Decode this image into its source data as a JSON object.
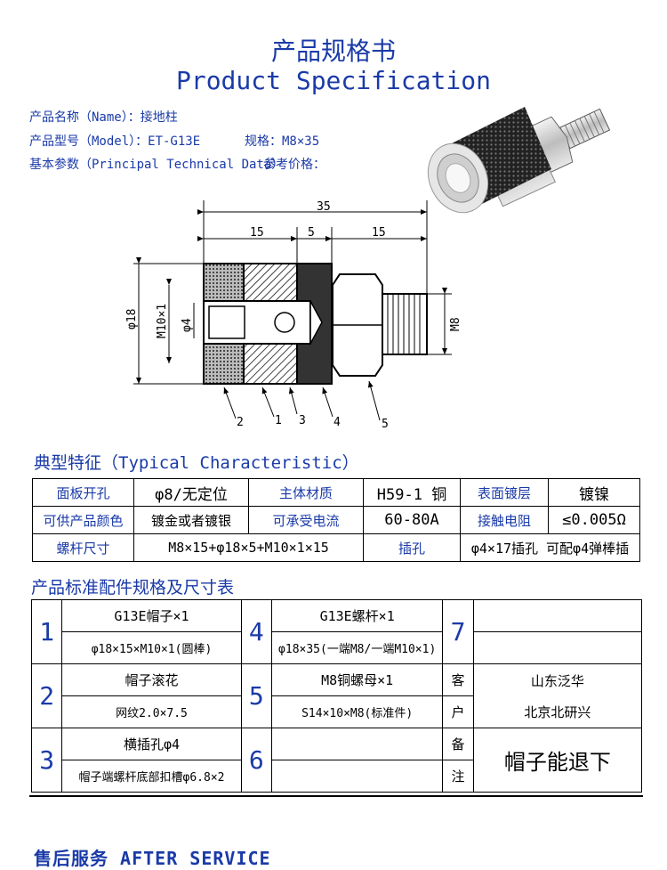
{
  "header": {
    "title_cn": "产品规格书",
    "title_en": "Product Specification"
  },
  "info": {
    "name_line": "产品名称（Name）：接地柱",
    "model_line": "产品型号（Model）：ET-G13E",
    "spec_line": "规格：M8×35",
    "param_line": "基本参数（Principal Technical Data）",
    "price_line": "参考价格："
  },
  "drawing": {
    "dim_total": "35",
    "dim_left": "15",
    "dim_mid": "5",
    "dim_right": "15",
    "dia18": "φ18",
    "m10": "M10×1",
    "dia4": "φ4",
    "m8": "M8",
    "callouts": [
      "2",
      "1",
      "3",
      "4",
      "5"
    ]
  },
  "typical": {
    "heading": "典型特征（Typical Characteristic）",
    "rows": [
      [
        "面板开孔",
        "φ8/无定位",
        "主体材质",
        "H59-1 铜",
        "表面镀层",
        "镀镍"
      ],
      [
        "可供产品颜色",
        "镀金或者镀银",
        "可承受电流",
        "60-80A",
        "接触电阻",
        "≤0.005Ω"
      ]
    ],
    "row3": {
      "l1": "螺杆尺寸",
      "v1": "M8×15+φ18×5+M10×1×15",
      "l2": "插孔",
      "v2": "φ4×17插孔 可配φ4弹棒插"
    }
  },
  "parts": {
    "heading": "产品标准配件规格及尺寸表",
    "n1": "1",
    "p1a": "G13E帽子×1",
    "p1b": "φ18×15×M10×1(圆棒)",
    "n4": "4",
    "p4a": "G13E螺杆×1",
    "p4b": "φ18×35(一端M8/一端M10×1)",
    "n7": "7",
    "n2": "2",
    "p2a": "帽子滚花",
    "p2b": "网纹2.0×7.5",
    "n5": "5",
    "p5a": "M8铜螺母×1",
    "p5b": "S14×10×M8(标准件)",
    "n3": "3",
    "p3a": "横插孔φ4",
    "p3b": "帽子端螺杆底部扣槽φ6.8×2",
    "n6": "6",
    "c1": "客",
    "c2": "户",
    "c3": "备",
    "c4": "注",
    "cust1": "山东泛华",
    "cust2": "北京北研兴",
    "remark": "帽子能退下"
  },
  "footer": {
    "after_service": "售后服务 AFTER SERVICE"
  }
}
